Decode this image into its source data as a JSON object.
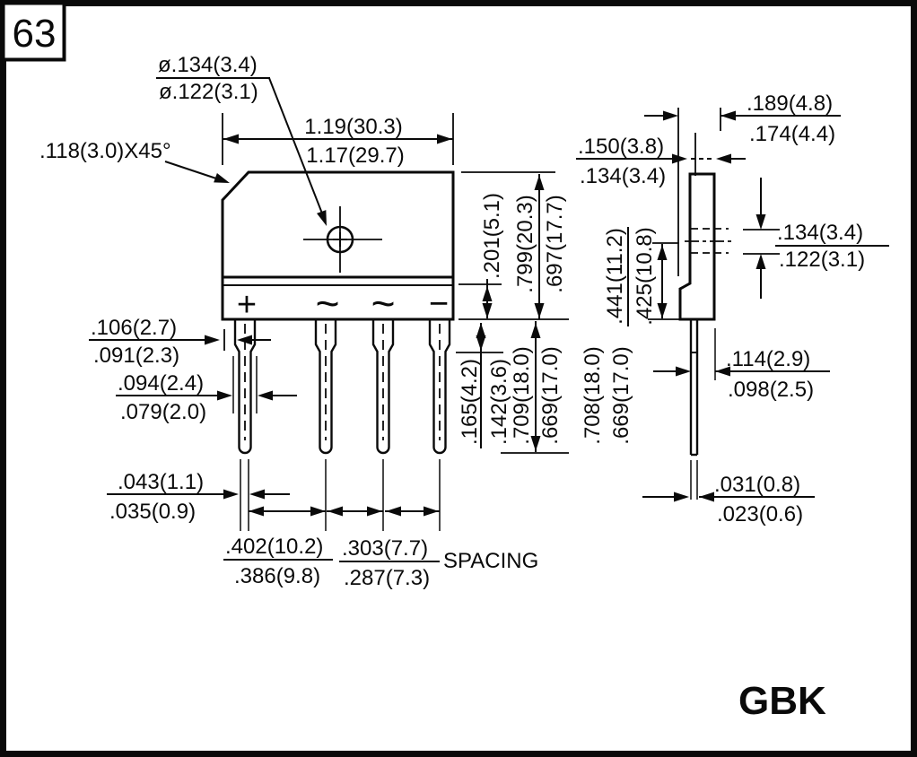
{
  "page": {
    "number": "63",
    "part": "GBK"
  },
  "front_view": {
    "hole_dia": {
      "max": "ø.134(3.4)",
      "min": "ø.122(3.1)"
    },
    "chamfer_label": ".118(3.0)X45°",
    "overall_width": {
      "max": "1.19(30.3)",
      "min": "1.17(29.7)"
    },
    "lead_width_wide": {
      "max": ".106(2.7)",
      "min": ".091(2.3)"
    },
    "lead_width_narrow": {
      "max": ".094(2.4)",
      "min": ".079(2.0)"
    },
    "lead_thickness": {
      "max": ".043(1.1)",
      "min": ".035(0.9)"
    },
    "lead_pitch_outer": {
      "max": ".402(10.2)",
      "min": ".386(9.8)"
    },
    "lead_pitch_inner": {
      "max": ".303(7.7)",
      "min": ".287(7.3)"
    },
    "spacing_label": "SPACING",
    "terminal_block_height": ".201(5.1)",
    "body_height": {
      "max": ".799(20.3)",
      "min": ".697(17.7)"
    },
    "lead_shoulder": {
      "max": ".165(4.2)",
      "min": ".142(3.6)"
    },
    "lead_length": {
      "max": ".709(18.0)",
      "min": ".669(17.0)"
    },
    "terminals": {
      "positive": "+",
      "ac1": "~",
      "ac2": "~",
      "negative": "−"
    }
  },
  "side_view": {
    "overall_depth": {
      "max": ".189(4.8)",
      "min": ".174(4.4)"
    },
    "body_depth": {
      "max": ".150(3.8)",
      "min": ".134(3.4)"
    },
    "hole_dia": {
      "max": ".134(3.4)",
      "min": ".122(3.1)"
    },
    "hole_to_base": {
      "max": ".441(11.2)",
      "min": ".425(10.8)"
    },
    "lead_length": {
      "max": ".708(18.0)",
      "min": ".669(17.0)"
    },
    "lead_depth": {
      "max": ".114(2.9)",
      "min": ".098(2.5)"
    },
    "lead_thickness": {
      "max": ".031(0.8)",
      "min": ".023(0.6)"
    }
  }
}
